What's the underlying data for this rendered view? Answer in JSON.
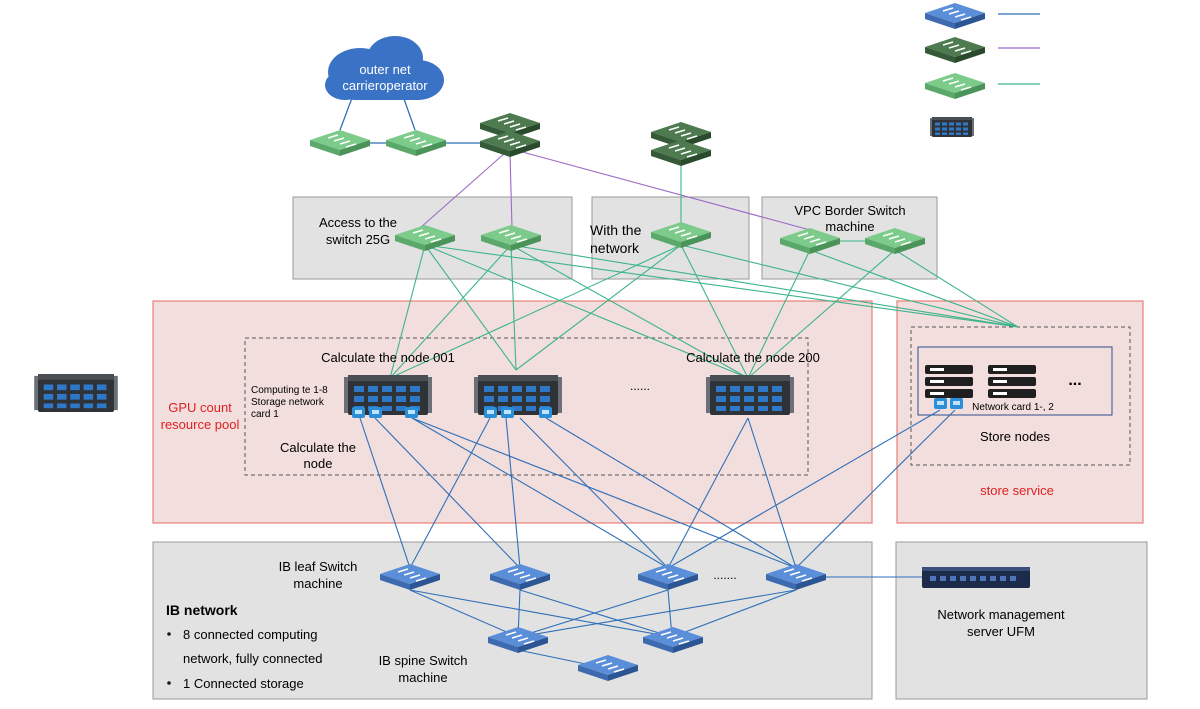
{
  "cloud": {
    "line1": "outer net",
    "line2": "carrieroperator"
  },
  "zones": {
    "access_switch": {
      "line1": "Access to the",
      "line2": "switch 25G"
    },
    "with_network": {
      "line1": "With the",
      "line2": "network"
    },
    "vpc_border": {
      "line1": "VPC Border Switch",
      "line2": "machine"
    },
    "gpu_pool": {
      "line1": "GPU count",
      "line2": "resource pool"
    },
    "store_service": "store service",
    "ib_network": {
      "title": "IB network",
      "bullets": [
        "8 connected computing",
        "network, fully connected",
        "1 Connected storage"
      ]
    }
  },
  "nodes": {
    "node_001": "Calculate the node 001",
    "node_200": "Calculate the node 200",
    "ellipsis": "......",
    "nic_label": {
      "line1": "Computing te 1-8",
      "line2": "Storage network",
      "line3": "card 1"
    },
    "calc_node": {
      "line1": "Calculate the",
      "line2": "node"
    }
  },
  "store": {
    "nic_label": "Network card 1-, 2",
    "nodes_label": "Store nodes",
    "ellipsis": "..."
  },
  "ib": {
    "leaf": {
      "line1": "IB leaf Switch",
      "line2": "machine"
    },
    "spine": {
      "line1": "IB spine Switch",
      "line2": "machine"
    },
    "ellipsis": "......."
  },
  "ufm": {
    "line1": "Network management",
    "line2": "server UFM"
  },
  "colors": {
    "blue_link": "#2f6fb7",
    "purple_link": "#9b6bc6",
    "green_link": "#3cb48c",
    "zone_gray": "#e2e2e2",
    "pool_pink": "#f3dede",
    "pool_border": "#e8807a",
    "red_text": "#e02020"
  },
  "icons": [
    "blue-switch-icon",
    "dark-green-switch-icon",
    "light-green-switch-icon",
    "gpu-server-icon",
    "storage-server-icon",
    "ufm-server-icon",
    "cloud-icon",
    "nic-icon"
  ]
}
